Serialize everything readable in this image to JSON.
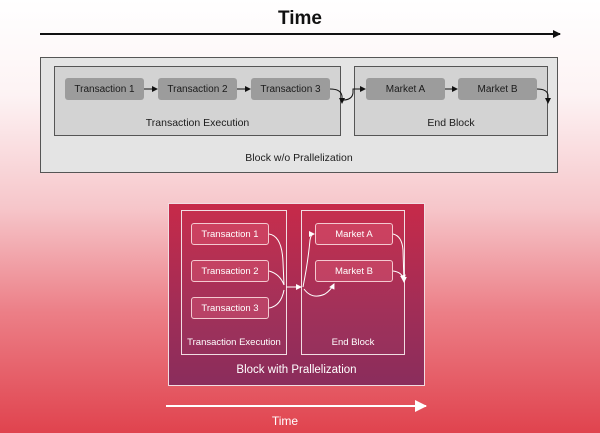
{
  "top": {
    "time_label": "Time",
    "block_label": "Block w/o Prallelization",
    "execution": {
      "label": "Transaction Execution",
      "transactions": [
        "Transaction 1",
        "Transaction 2",
        "Transaction 3"
      ]
    },
    "end_block": {
      "label": "End Block",
      "markets": [
        "Market A",
        "Market B"
      ]
    }
  },
  "bottom": {
    "block_label": "Block with Prallelization",
    "time_label": "Time",
    "execution": {
      "label": "Transaction Execution",
      "transactions": [
        "Transaction 1",
        "Transaction 2",
        "Transaction 3"
      ]
    },
    "end_block": {
      "label": "End Block",
      "markets": [
        "Market A",
        "Market B"
      ]
    }
  },
  "colors": {
    "accent": "#c72a49",
    "gray_box": "#9c9c9c"
  }
}
